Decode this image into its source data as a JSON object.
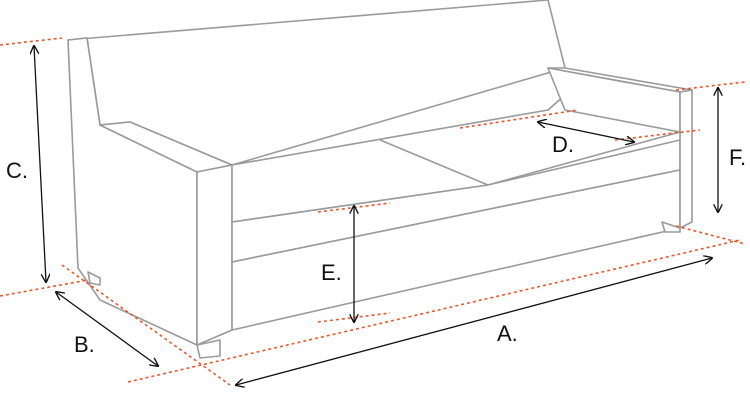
{
  "labels": {
    "a": "A.",
    "b": "B.",
    "c": "C.",
    "d": "D.",
    "e": "E.",
    "f": "F."
  },
  "colors": {
    "guide": "#e8582a",
    "outline": "#9a9a9a",
    "arrow": "#111111"
  }
}
